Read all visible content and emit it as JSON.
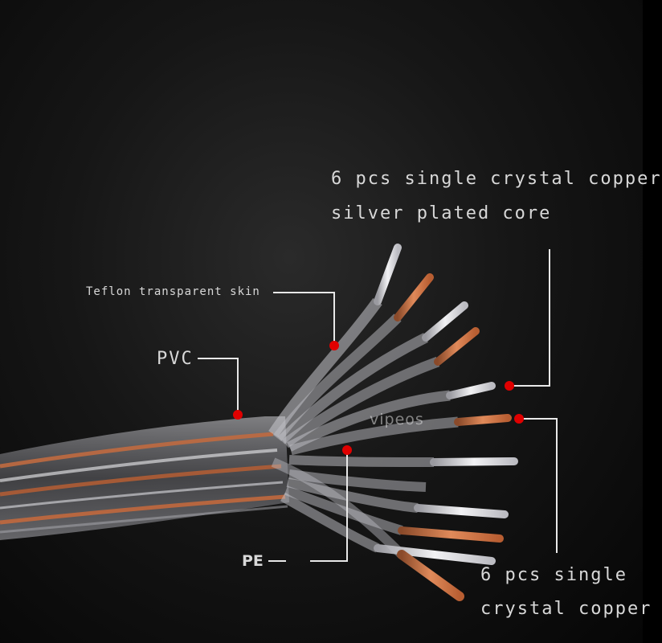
{
  "labels": {
    "core_line1": "6 pcs single crystal copper",
    "core_line2": "silver plated core",
    "teflon": "Teflon transparent skin",
    "pvc": "PVC",
    "pe": "PE",
    "bottom_line1": "6 pcs single",
    "bottom_line2": "crystal copper"
  },
  "watermark": "vipeos",
  "colors": {
    "background": "#0a0a0a",
    "copper": "#c86a3c",
    "silver": "#d8d8d8",
    "marker": "#e00000",
    "leader_line": "#e8e8e8"
  }
}
